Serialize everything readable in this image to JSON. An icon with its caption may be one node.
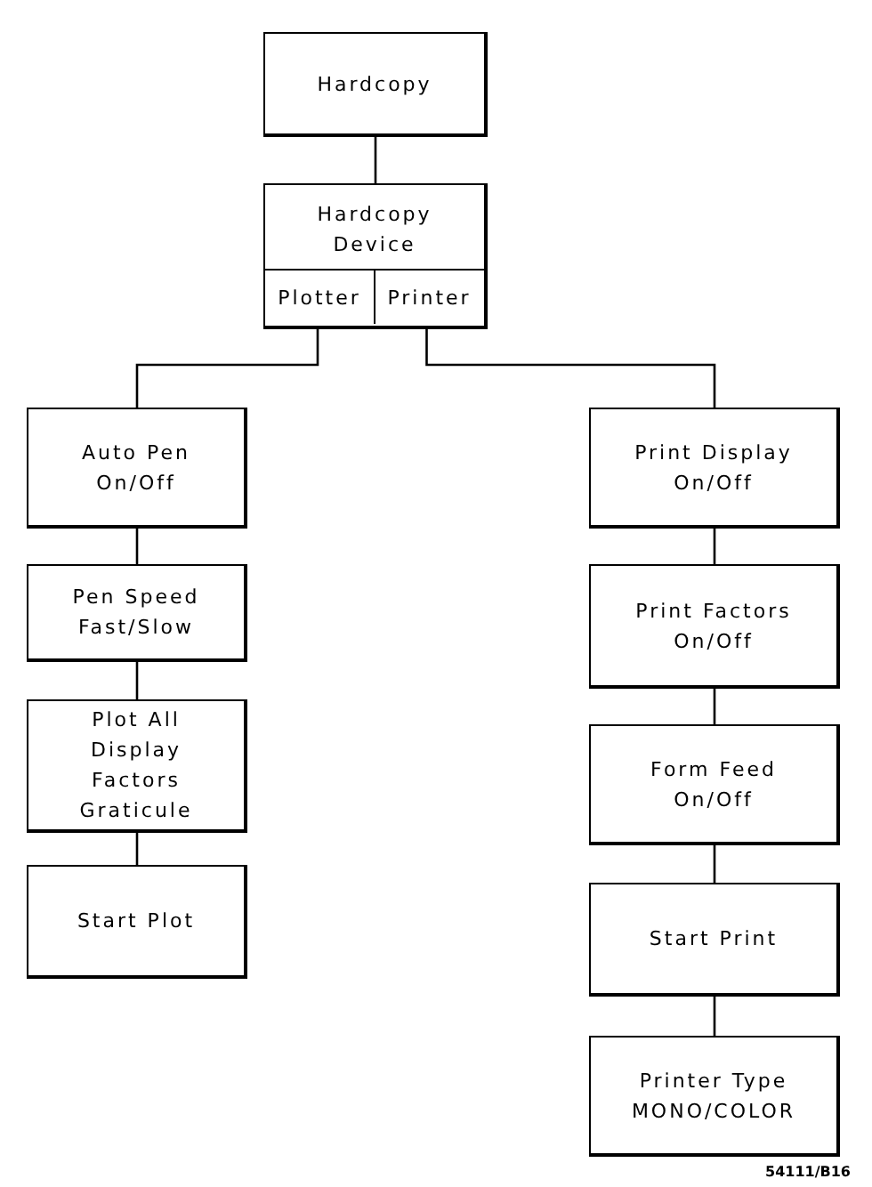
{
  "diagram": {
    "nodes": [
      {
        "text": [
          "Hardcopy"
        ]
      },
      {
        "text": [
          "Hardcopy Device"
        ]
      },
      {
        "text": [
          "Plotter"
        ],
        "in": 1
      },
      {
        "text": [
          "Printer"
        ],
        "in": 1
      },
      {
        "text": [
          "Auto Pen On/Off"
        ]
      },
      {
        "text": [
          "Pen Speed Fast/Slow"
        ]
      },
      {
        "text": [
          "Plot All Display Factors Graticule"
        ]
      },
      {
        "text": [
          "Start Plot"
        ]
      },
      {
        "text": [
          "Print Display On/Off"
        ]
      },
      {
        "text": [
          "Print Factors On/Off"
        ]
      },
      {
        "text": [
          "Form Feed On/Off"
        ]
      },
      {
        "text": [
          "Start Print"
        ]
      },
      {
        "text": [
          "Printer Type MONO/COLOR"
        ]
      }
    ],
    "edges": [
      {
        "from": 0,
        "to": 1,
        "arrow": "none"
      },
      {
        "from": 2,
        "to": 4,
        "arrow": "none"
      },
      {
        "from": 3,
        "to": 8,
        "arrow": "none"
      },
      {
        "from": 4,
        "to": 5,
        "arrow": "none"
      },
      {
        "from": 5,
        "to": 6,
        "arrow": "none"
      },
      {
        "from": 6,
        "to": 7,
        "arrow": "none"
      },
      {
        "from": 8,
        "to": 9,
        "arrow": "none"
      },
      {
        "from": 9,
        "to": 10,
        "arrow": "none"
      },
      {
        "from": 10,
        "to": 11,
        "arrow": "none"
      },
      {
        "from": 11,
        "to": 12,
        "arrow": "none"
      }
    ],
    "labels": [
      "54111/B16"
    ]
  }
}
